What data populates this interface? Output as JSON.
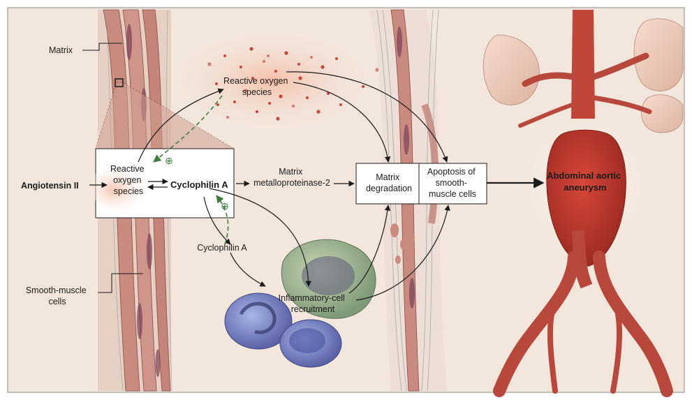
{
  "labels": {
    "matrix": "Matrix",
    "smooth_muscle_line1": "Smooth-muscle",
    "smooth_muscle_line2": "cells",
    "angiotensin": "Angiotensin II",
    "ros_box_line1": "Reactive",
    "ros_box_line2": "oxygen",
    "ros_box_line3": "species",
    "cyclophilin_a": "Cyclophilin A",
    "cyclophilin_a_secreted": "Cyclophilin A",
    "ros_top_line1": "Reactive oxygen",
    "ros_top_line2": "species",
    "mmp_line1": "Matrix",
    "mmp_line2": "metalloproteinase-2",
    "matrix_deg_line1": "Matrix",
    "matrix_deg_line2": "degradation",
    "apoptosis_line1": "Apoptosis of",
    "apoptosis_line2": "smooth-",
    "apoptosis_line3": "muscle cells",
    "inflammatory_line1": "Inflammatory-cell",
    "inflammatory_line2": "recruitment",
    "aaa_line1": "Abdominal aortic",
    "aaa_line2": "aneurysm",
    "plus": "⊕"
  },
  "colors": {
    "background": "#f3e6dc",
    "dashed_arrow": "#3d7d3d",
    "aneurysm": "#c0392b",
    "tissue": "#c98b80"
  }
}
